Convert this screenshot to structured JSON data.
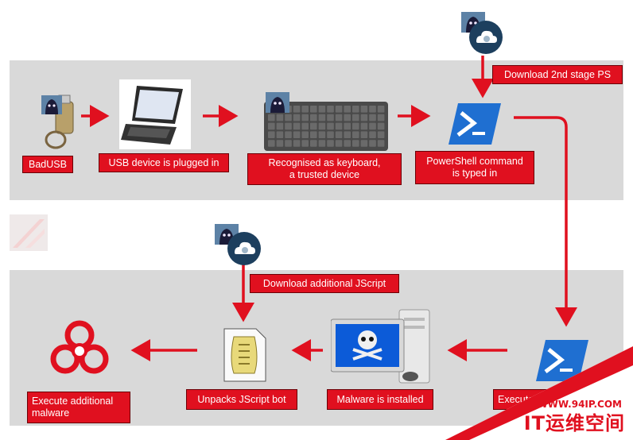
{
  "colors": {
    "accent": "#e0101f",
    "panel": "#d9d9d9",
    "powershell": "#1f6fd1"
  },
  "top_row": {
    "badusb_label": "BadUSB",
    "usb_label": "USB device is plugged in",
    "keyboard_label": "Recognised as keyboard,\na trusted device",
    "powershell_label": "PowerShell command\nis typed in",
    "download_label": "Download 2nd stage PS"
  },
  "bottom_row": {
    "execute_label": "Execute",
    "installed_label": "Malware is installed",
    "unpacks_label": "Unpacks JScript bot",
    "execute_malware_label": "Execute additional\nmalware",
    "download_label": "Download additional JScript"
  },
  "watermark": {
    "url": "WWW.94IP.COM",
    "text": "IT运维空间"
  }
}
